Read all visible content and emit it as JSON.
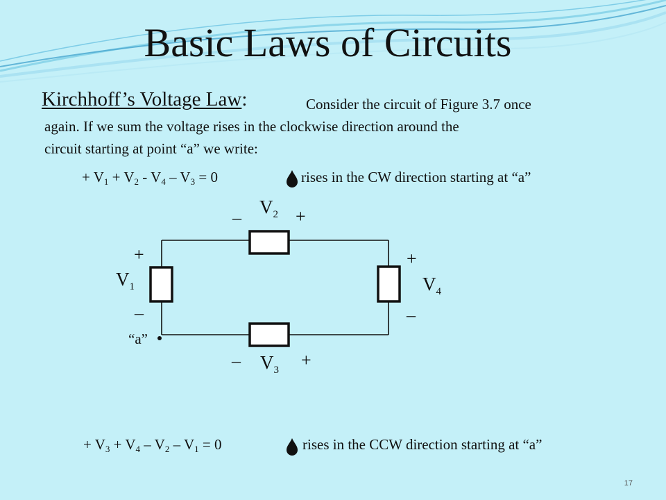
{
  "slide": {
    "title": "Basic Laws of Circuits",
    "heading": "Kirchhoff’s Voltage Law",
    "heading_suffix": ":",
    "para_line1": "Consider the circuit of Figure 3.7 once",
    "para_line2": "again.  If we sum the voltage rises in the clockwise direction around the",
    "para_line3": "circuit starting at point “a” we write:",
    "page_number": "17"
  },
  "equations": {
    "cw": {
      "terms": [
        "+ V",
        "1",
        " + V",
        "2",
        "  - V",
        "4",
        " – V",
        "3",
        " = 0"
      ],
      "note": "rises in the CW direction starting at “a”"
    },
    "ccw": {
      "terms": [
        "+ V",
        "3",
        "  + V",
        "4",
        " – V",
        "2",
        " – V",
        "1",
        " = 0"
      ],
      "note": "rises in the CCW direction starting at “a”"
    }
  },
  "circuit": {
    "v1": {
      "name": "V",
      "sub": "1"
    },
    "v2": {
      "name": "V",
      "sub": "2"
    },
    "v3": {
      "name": "V",
      "sub": "3"
    },
    "v4": {
      "name": "V",
      "sub": "4"
    },
    "plus": "+",
    "minus": "_",
    "node_a": "“a”"
  },
  "colors": {
    "background": "#c4f0f8",
    "wave": "#5ab6d8",
    "wire": "#111111"
  },
  "icons": {
    "bullet": "drop-icon"
  }
}
